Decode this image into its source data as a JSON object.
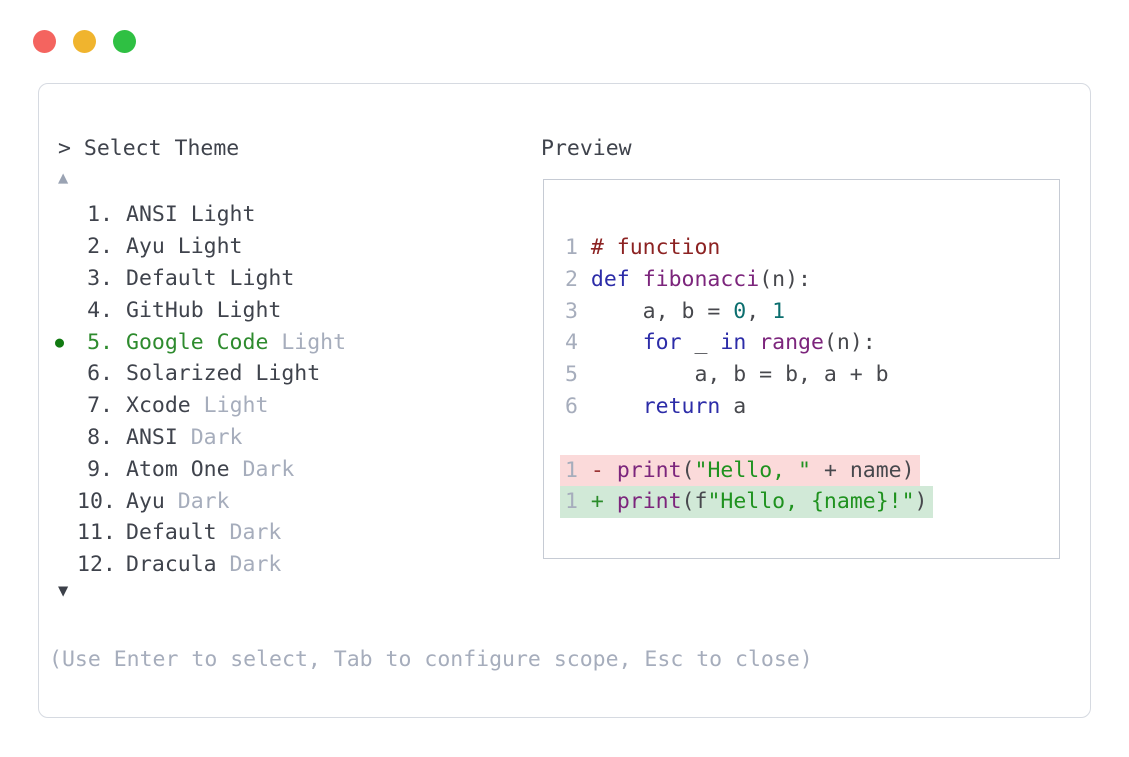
{
  "window": {
    "traffic_lights": [
      {
        "name": "close",
        "color": "#f4645f"
      },
      {
        "name": "minimize",
        "color": "#f0b42e"
      },
      {
        "name": "zoom",
        "color": "#2fc043"
      }
    ]
  },
  "picker": {
    "title": "> Select Theme",
    "scroll_up_icon": "▲",
    "scroll_down_icon": "▼",
    "selected_bullet_icon": "●",
    "items": [
      {
        "number": "1.",
        "label": "ANSI Light",
        "muted": "",
        "selected": false
      },
      {
        "number": "2.",
        "label": "Ayu Light",
        "muted": "",
        "selected": false
      },
      {
        "number": "3.",
        "label": "Default Light",
        "muted": "",
        "selected": false
      },
      {
        "number": "4.",
        "label": "GitHub Light",
        "muted": "",
        "selected": false
      },
      {
        "number": "5.",
        "label": "Google Code",
        "muted": "Light",
        "selected": true
      },
      {
        "number": "6.",
        "label": "Solarized Light",
        "muted": "",
        "selected": false
      },
      {
        "number": "7.",
        "label": "Xcode",
        "muted": "Light",
        "selected": false
      },
      {
        "number": "8.",
        "label": "ANSI",
        "muted": "Dark",
        "selected": false
      },
      {
        "number": "9.",
        "label": "Atom One",
        "muted": "Dark",
        "selected": false
      },
      {
        "number": "10.",
        "label": "Ayu",
        "muted": "Dark",
        "selected": false
      },
      {
        "number": "11.",
        "label": "Default",
        "muted": "Dark",
        "selected": false
      },
      {
        "number": "12.",
        "label": "Dracula",
        "muted": "Dark",
        "selected": false
      }
    ],
    "footer_hint": "(Use Enter to select, Tab to configure scope, Esc to close)"
  },
  "preview": {
    "title": "Preview",
    "code_lines": [
      {
        "num": "1",
        "tokens": [
          {
            "t": "# function",
            "c": "com"
          }
        ]
      },
      {
        "num": "2",
        "tokens": [
          {
            "t": "def",
            "c": "kw"
          },
          {
            "t": " ",
            "c": "pln"
          },
          {
            "t": "fibonacci",
            "c": "fn"
          },
          {
            "t": "(n):",
            "c": "pln"
          }
        ]
      },
      {
        "num": "3",
        "tokens": [
          {
            "t": "    a, b = ",
            "c": "pln"
          },
          {
            "t": "0",
            "c": "lit"
          },
          {
            "t": ", ",
            "c": "pln"
          },
          {
            "t": "1",
            "c": "lit"
          }
        ]
      },
      {
        "num": "4",
        "tokens": [
          {
            "t": "    ",
            "c": "pln"
          },
          {
            "t": "for",
            "c": "kw"
          },
          {
            "t": " _ ",
            "c": "pln"
          },
          {
            "t": "in",
            "c": "kw"
          },
          {
            "t": " ",
            "c": "pln"
          },
          {
            "t": "range",
            "c": "fn"
          },
          {
            "t": "(n):",
            "c": "pln"
          }
        ]
      },
      {
        "num": "5",
        "tokens": [
          {
            "t": "        a, b = b, a + b",
            "c": "pln"
          }
        ]
      },
      {
        "num": "6",
        "tokens": [
          {
            "t": "    ",
            "c": "pln"
          },
          {
            "t": "return",
            "c": "kw"
          },
          {
            "t": " a",
            "c": "pln"
          }
        ]
      }
    ],
    "diff_lines": [
      {
        "type": "removed",
        "num": "1",
        "sign": "-",
        "tokens": [
          {
            "t": "print",
            "c": "fn"
          },
          {
            "t": "(",
            "c": "pln"
          },
          {
            "t": "\"Hello, \"",
            "c": "str"
          },
          {
            "t": " + name)",
            "c": "pln"
          }
        ]
      },
      {
        "type": "added",
        "num": "1",
        "sign": "+",
        "tokens": [
          {
            "t": "print",
            "c": "fn"
          },
          {
            "t": "(f",
            "c": "pln"
          },
          {
            "t": "\"Hello, {name}!\"",
            "c": "str"
          },
          {
            "t": ")",
            "c": "pln"
          }
        ]
      }
    ]
  },
  "colors": {
    "selected_theme_green": "#2e8b2e",
    "selected_bullet_green": "#117a11",
    "muted_text": "#a6adbc",
    "dark_text": "#3f434c",
    "panel_border": "#d6dae1",
    "preview_border": "#c6cbd4",
    "syntax_comment": "#8c2222",
    "syntax_keyword": "#2c2ca8",
    "syntax_function": "#7c257c",
    "syntax_plain": "#47484d",
    "syntax_number": "#0b6e6e",
    "syntax_string": "#1f921f",
    "diff_removed_bg": "#fbdada",
    "diff_added_bg": "#d1e9d7",
    "diff_removed_sign": "#9b3434",
    "diff_added_sign": "#2a8c2a"
  }
}
